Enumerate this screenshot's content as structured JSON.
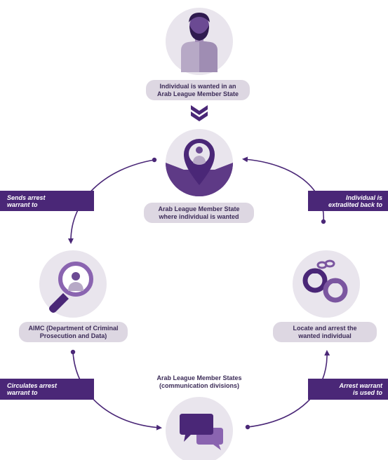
{
  "colors": {
    "purple_dark": "#4a2777",
    "purple_mid": "#7b56a0",
    "lavender_circle": "#e9e5ed",
    "pill_background": "#ddd7e2",
    "label_text": "#3c2c58",
    "banner_text": "#ffffff"
  },
  "icons": {
    "top": "person-icon",
    "member_state": "map-pin-person-icon",
    "aimc": "magnifying-glass-person-icon",
    "arrest": "handcuffs-icon",
    "communication": "chat-bubbles-icon",
    "connector": "double-chevron-down-icon"
  },
  "nodes": {
    "start": {
      "line1": "Individual is wanted in an",
      "line2": "Arab League Member State"
    },
    "member_state": {
      "line1": "Arab League Member State",
      "line2": "where individual is wanted"
    },
    "aimc": {
      "line1": "AIMC (Department of Criminal",
      "line2": "Prosecution and Data)"
    },
    "arrest": {
      "line1": "Locate and arrest the",
      "line2": "wanted individual"
    },
    "communication": {
      "line1": "Arab League Member States",
      "line2": "(communication divisions)"
    }
  },
  "edges": {
    "sends": {
      "line1": "Sends arrest",
      "line2": "warrant to"
    },
    "extradited": {
      "line1": "Individual is",
      "line2": "extradited back to"
    },
    "circulates": {
      "line1": "Circulates arrest",
      "line2": "warrant to"
    },
    "used": {
      "line1": "Arrest warrant",
      "line2": "is used to"
    }
  }
}
